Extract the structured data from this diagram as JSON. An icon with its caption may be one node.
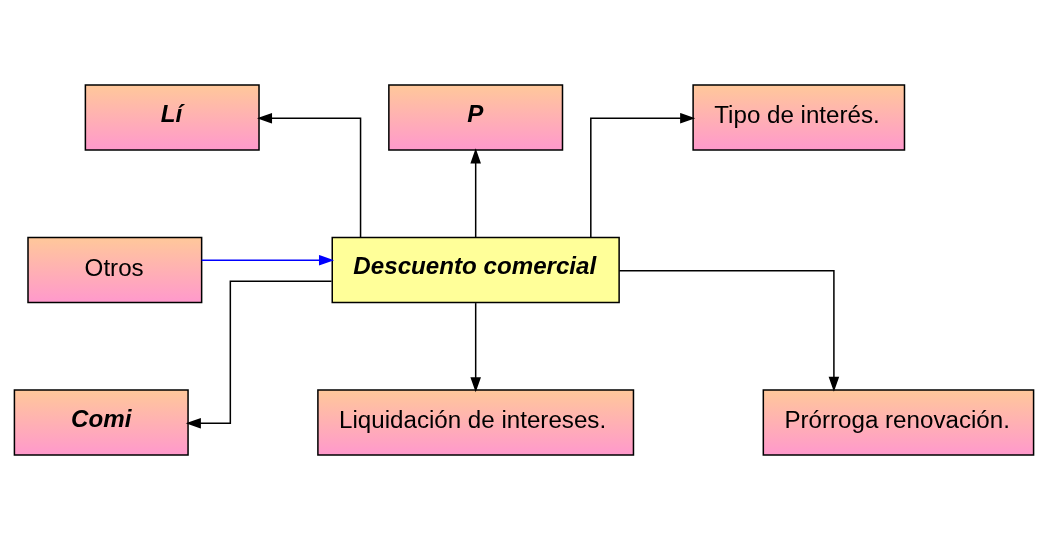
{
  "diagram": {
    "nodes": [
      {
        "text": [
          "Lí"
        ]
      },
      {
        "text": [
          "P"
        ]
      },
      {
        "text": [
          "Tipo de interés."
        ]
      },
      {
        "text": [
          "Otros"
        ]
      },
      {
        "text": [
          "Descuento comercial"
        ]
      },
      {
        "text": [
          "Comi"
        ]
      },
      {
        "text": [
          "Liquidación de intereses."
        ]
      },
      {
        "text": [
          "Prórroga renovación."
        ]
      }
    ],
    "edges": [
      {
        "from": 4,
        "to": 0,
        "arrow": "to"
      },
      {
        "from": 4,
        "to": 1,
        "arrow": "to"
      },
      {
        "from": 4,
        "to": 2,
        "arrow": "to"
      },
      {
        "from": 3,
        "to": 4,
        "arrow": "to",
        "color": "#0000ff"
      },
      {
        "from": 4,
        "to": 5,
        "arrow": "to"
      },
      {
        "from": 4,
        "to": 6,
        "arrow": "to"
      },
      {
        "from": 4,
        "to": 7,
        "arrow": "to"
      }
    ]
  }
}
